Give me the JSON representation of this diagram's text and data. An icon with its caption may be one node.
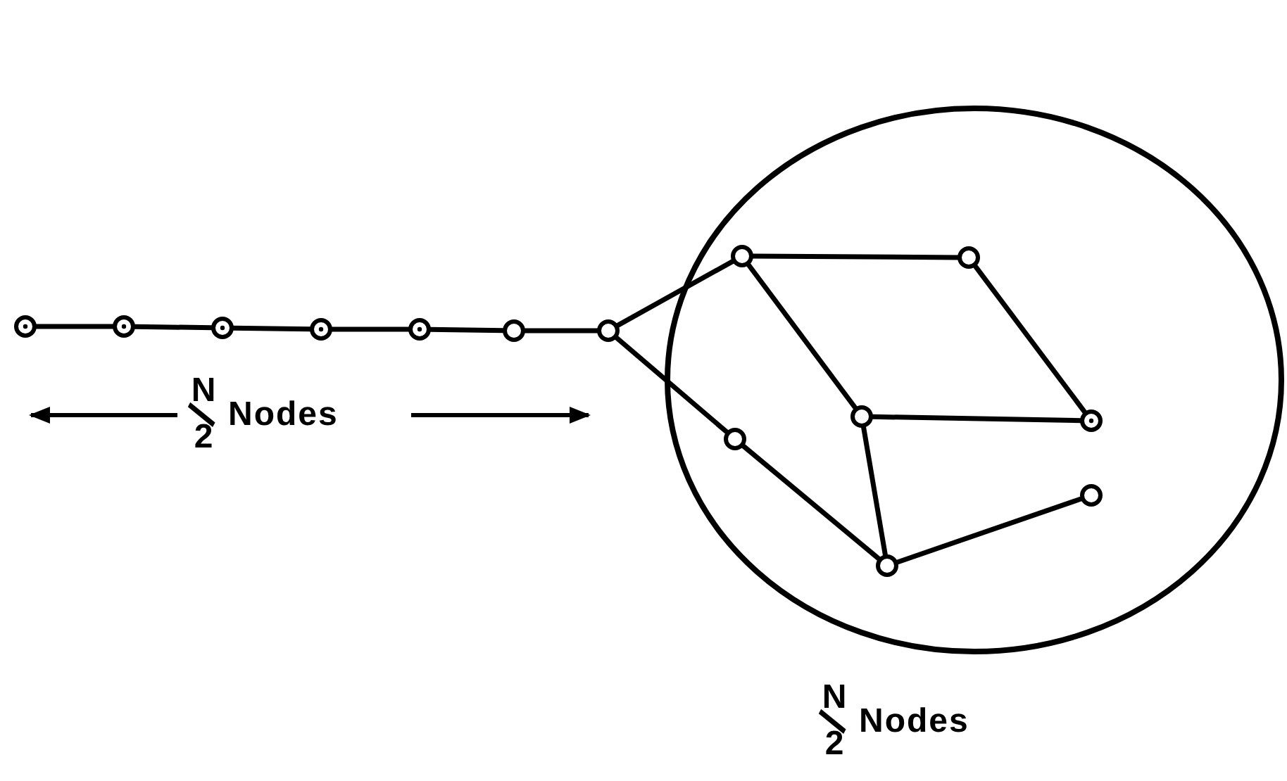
{
  "diagram": {
    "nodes": [
      {
        "text": [],
        "shape": "circle"
      },
      {
        "text": [],
        "shape": "circle"
      },
      {
        "text": [],
        "shape": "circle"
      },
      {
        "text": [],
        "shape": "circle"
      },
      {
        "text": [],
        "shape": "circle"
      },
      {
        "text": [],
        "shape": "circle"
      },
      {
        "text": [],
        "shape": "circle"
      },
      {
        "text": [],
        "shape": "circle"
      },
      {
        "text": [],
        "shape": "circle",
        "in": 7
      },
      {
        "text": [],
        "shape": "circle",
        "in": 7
      },
      {
        "text": [],
        "shape": "circle",
        "in": 7
      },
      {
        "text": [],
        "shape": "circle",
        "in": 7
      },
      {
        "text": [],
        "shape": "circle",
        "in": 7
      },
      {
        "text": [],
        "shape": "circle",
        "in": 7
      },
      {
        "text": [],
        "shape": "circle",
        "in": 7
      }
    ],
    "edges": [
      {
        "from": 0,
        "to": 1,
        "arrow": "none"
      },
      {
        "from": 1,
        "to": 2,
        "arrow": "none"
      },
      {
        "from": 2,
        "to": 3,
        "arrow": "none"
      },
      {
        "from": 3,
        "to": 4,
        "arrow": "none"
      },
      {
        "from": 4,
        "to": 5,
        "arrow": "none"
      },
      {
        "from": 5,
        "to": 6,
        "arrow": "none"
      },
      {
        "from": 6,
        "to": 8,
        "arrow": "none"
      },
      {
        "from": 6,
        "to": 12,
        "arrow": "none"
      },
      {
        "from": 8,
        "to": 9,
        "arrow": "none"
      },
      {
        "from": 8,
        "to": 10,
        "arrow": "none"
      },
      {
        "from": 9,
        "to": 11,
        "arrow": "none"
      },
      {
        "from": 10,
        "to": 11,
        "arrow": "none"
      },
      {
        "from": 10,
        "to": 14,
        "arrow": "none"
      },
      {
        "from": 12,
        "to": 14,
        "arrow": "none"
      },
      {
        "from": 14,
        "to": 13,
        "arrow": "none"
      }
    ],
    "labels": [
      "N/2 Nodes",
      "N/2 Nodes"
    ]
  }
}
